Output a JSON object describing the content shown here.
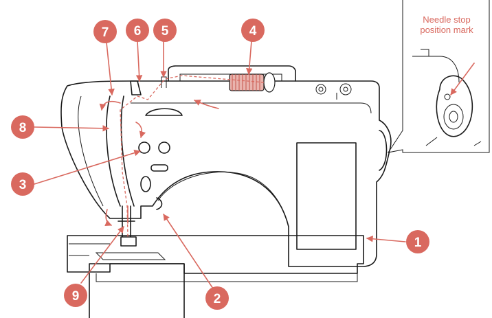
{
  "colors": {
    "marker_fill": "#d9695f",
    "marker_text": "#ffffff",
    "outline": "#1a1a1a",
    "thread": "#d9695f",
    "inset_text": "#d9695f"
  },
  "inset": {
    "line1": "Needle stop",
    "line2": "position mark"
  },
  "markers": [
    {
      "id": "m1",
      "label": "1"
    },
    {
      "id": "m2",
      "label": "2"
    },
    {
      "id": "m3",
      "label": "3"
    },
    {
      "id": "m4",
      "label": "4"
    },
    {
      "id": "m5",
      "label": "5"
    },
    {
      "id": "m6",
      "label": "6"
    },
    {
      "id": "m7",
      "label": "7"
    },
    {
      "id": "m8",
      "label": "8"
    },
    {
      "id": "m9",
      "label": "9"
    }
  ]
}
